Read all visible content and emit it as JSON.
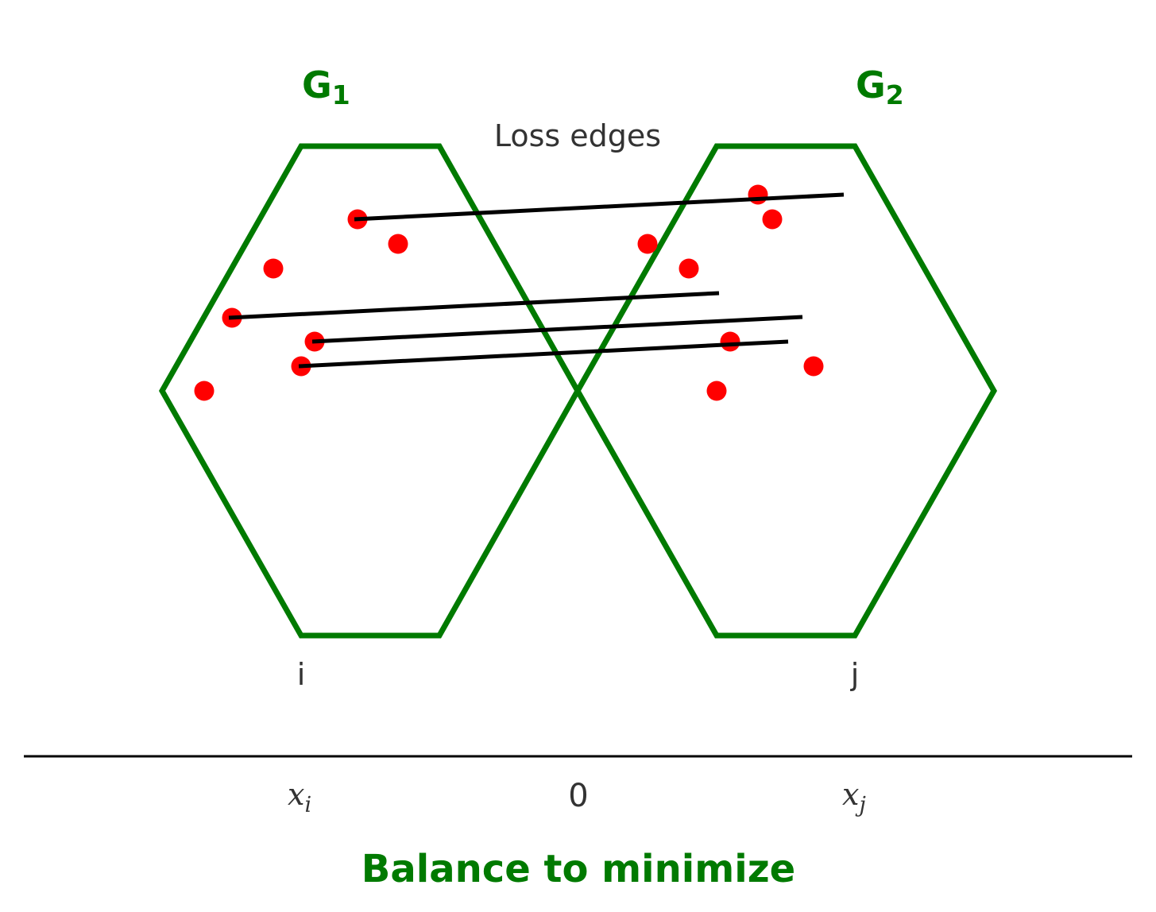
{
  "groups": {
    "left": {
      "name": "G",
      "sub": "1",
      "vertex_label": "i"
    },
    "right": {
      "name": "G",
      "sub": "2",
      "vertex_label": "j"
    }
  },
  "loss_label": "Loss edges",
  "axis": {
    "left": {
      "base": "x",
      "sub": "i"
    },
    "center": "0",
    "right": {
      "base": "x",
      "sub": "j"
    }
  },
  "footer": "Balance to minimize",
  "colors": {
    "group": "#007a00",
    "node": "#ff0000",
    "edge": "#000000",
    "text": "#333333"
  }
}
